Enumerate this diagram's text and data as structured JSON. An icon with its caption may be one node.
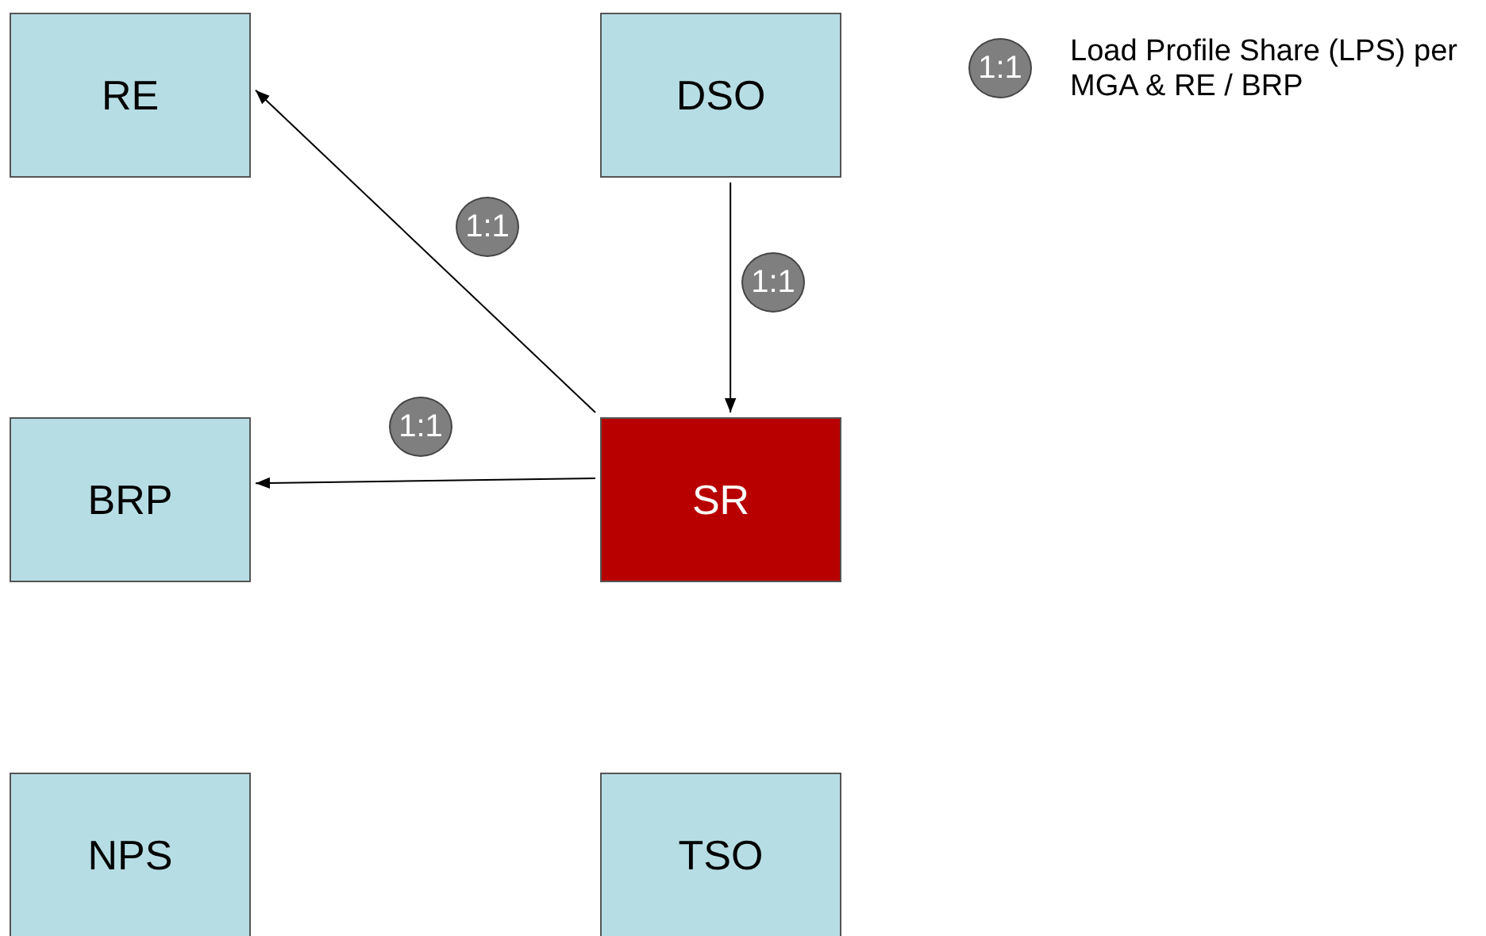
{
  "diagram": {
    "nodes": [
      {
        "text": [
          "RE"
        ]
      },
      {
        "text": [
          "DSO"
        ]
      },
      {
        "text": [
          "BRP"
        ]
      },
      {
        "text": [
          "SR"
        ]
      },
      {
        "text": [
          "NPS"
        ]
      },
      {
        "text": [
          "TSO"
        ]
      }
    ],
    "edges": [
      {
        "from": 3,
        "to": 0,
        "arrow": "to",
        "label": "1:1"
      },
      {
        "from": 1,
        "to": 3,
        "arrow": "to",
        "label": "1:1"
      },
      {
        "from": 3,
        "to": 2,
        "arrow": "to",
        "label": "1:1"
      }
    ],
    "labels": [
      "1:1"
    ],
    "legend": [
      {
        "text": "Load Profile Share (LPS) per MGA & RE / BRP"
      }
    ]
  }
}
